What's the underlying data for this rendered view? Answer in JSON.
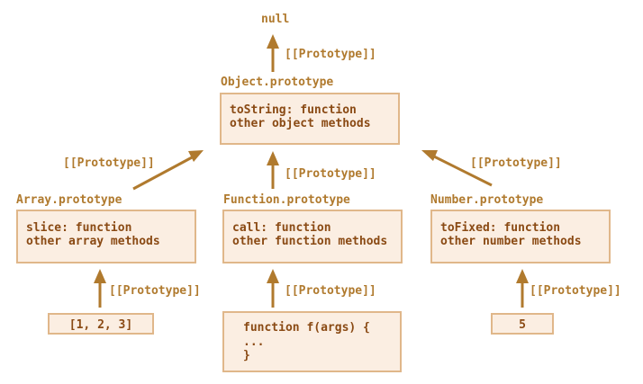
{
  "diagram": {
    "null_label": "null",
    "prototype_link_label": "[[Prototype]]",
    "object_prototype": {
      "title": "Object.prototype",
      "lines": [
        "toString: function",
        "other object methods"
      ]
    },
    "array_prototype": {
      "title": "Array.prototype",
      "lines": [
        "slice: function",
        "other array methods"
      ]
    },
    "function_prototype": {
      "title": "Function.prototype",
      "lines": [
        "call: function",
        "other function methods"
      ]
    },
    "number_prototype": {
      "title": "Number.prototype",
      "lines": [
        "toFixed: function",
        "other number methods"
      ]
    },
    "array_instance": {
      "value": "[1, 2, 3]"
    },
    "function_instance": {
      "lines": [
        "function f(args) {",
        "...",
        "}"
      ]
    },
    "number_instance": {
      "value": "5"
    }
  },
  "colors": {
    "arrow": "#b07a2e",
    "box_fill": "#fbeee2",
    "box_border": "#e0b78a",
    "label_text": "#b07a2e",
    "box_text": "#8a4a14"
  }
}
